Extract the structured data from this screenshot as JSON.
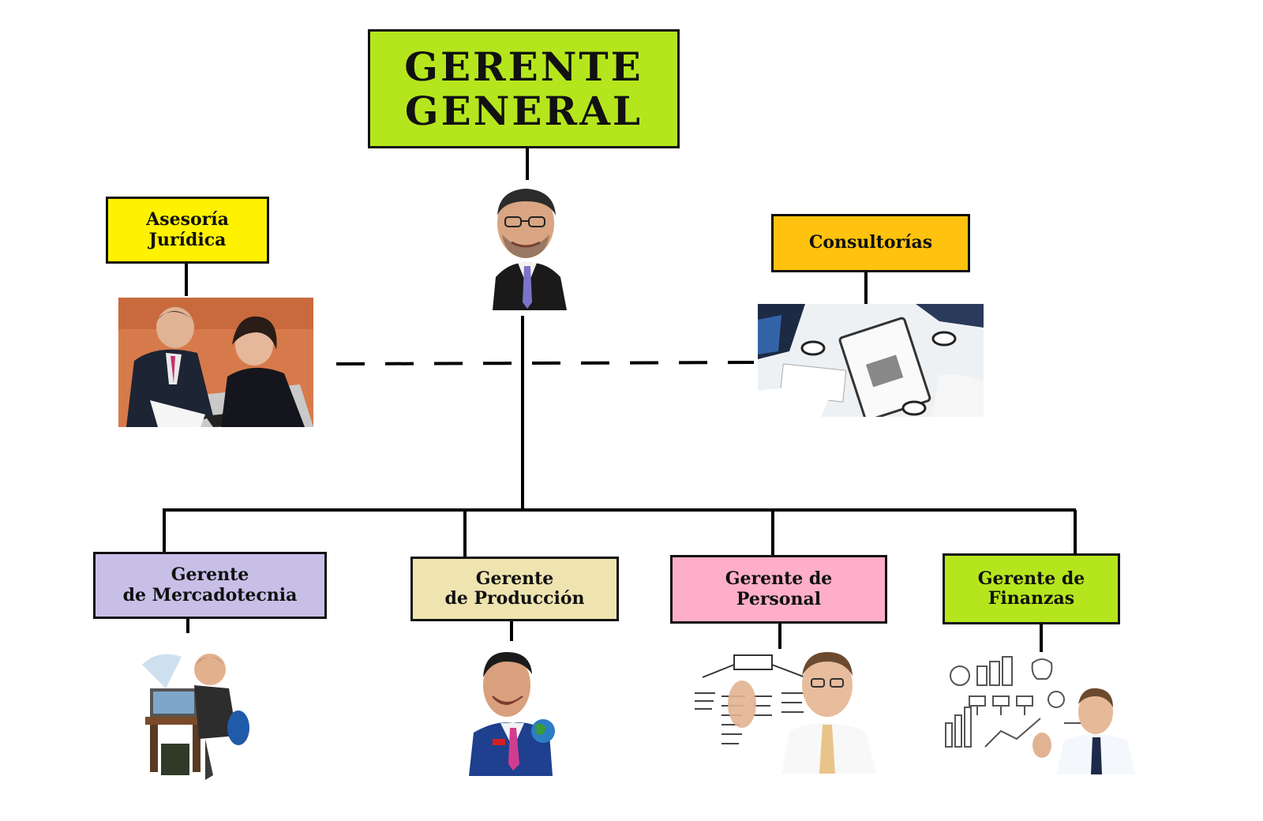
{
  "org_chart": {
    "general_manager": {
      "label": "GERENTE\nGENERAL",
      "color": "#b5e61d"
    },
    "legal_advisory": {
      "label": "Asesoría\nJurídica",
      "color": "#fff200"
    },
    "consulting": {
      "label": "Consultorías",
      "color": "#ffc20e"
    },
    "managers": [
      {
        "label": "Gerente\nde Mercadotecnia",
        "color": "#c8bfe7"
      },
      {
        "label": "Gerente\nde Producción",
        "color": "#efe4b0"
      },
      {
        "label": "Gerente de\nPersonal",
        "color": "#ffaec9"
      },
      {
        "label": "Gerente de\nFinanzas",
        "color": "#b5e61d"
      }
    ]
  }
}
